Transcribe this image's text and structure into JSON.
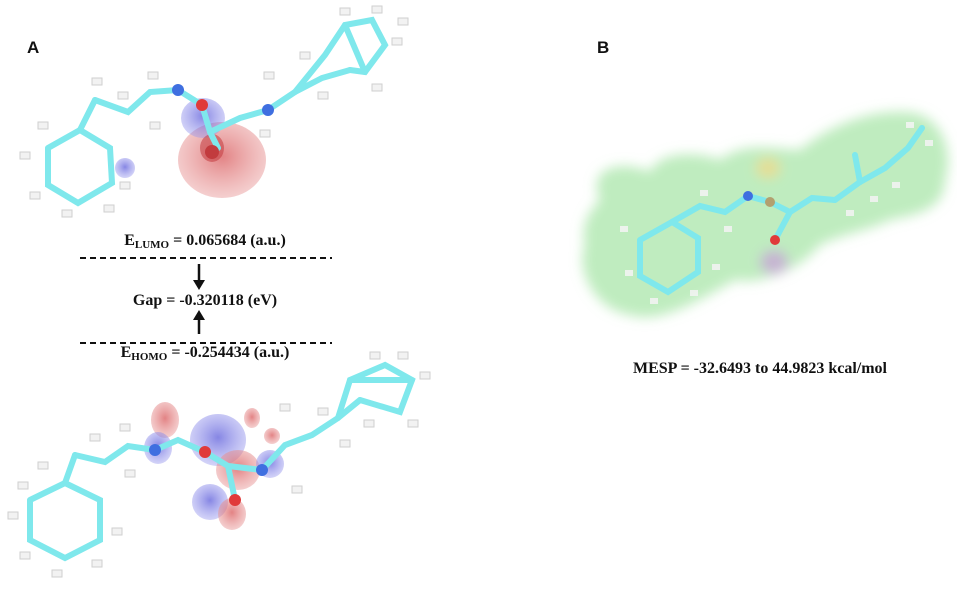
{
  "panels": {
    "a": {
      "label": "A",
      "lumo": {
        "symbol": "E",
        "subscript": "LUMO",
        "value_text": " = 0.065684 (a.u.)"
      },
      "gap": {
        "text": "Gap = -0.320118 (eV)"
      },
      "homo": {
        "symbol": "E",
        "subscript": "HOMO",
        "value_text": " = -0.254434 (a.u.)"
      }
    },
    "b": {
      "label": "B",
      "mesp": {
        "text": "MESP = -32.6493 to 44.9823 kcal/mol"
      }
    }
  },
  "colors": {
    "carbon_bond": "#7fe8ec",
    "hydrogen": "#f2f2f2",
    "nitrogen": "#3f6fe0",
    "oxygen": "#e03a3a",
    "orbital_positive": "#e8898a",
    "orbital_negative": "#6f6fe6",
    "mesp_surface": "#a9e6a9",
    "text": "#111111"
  }
}
